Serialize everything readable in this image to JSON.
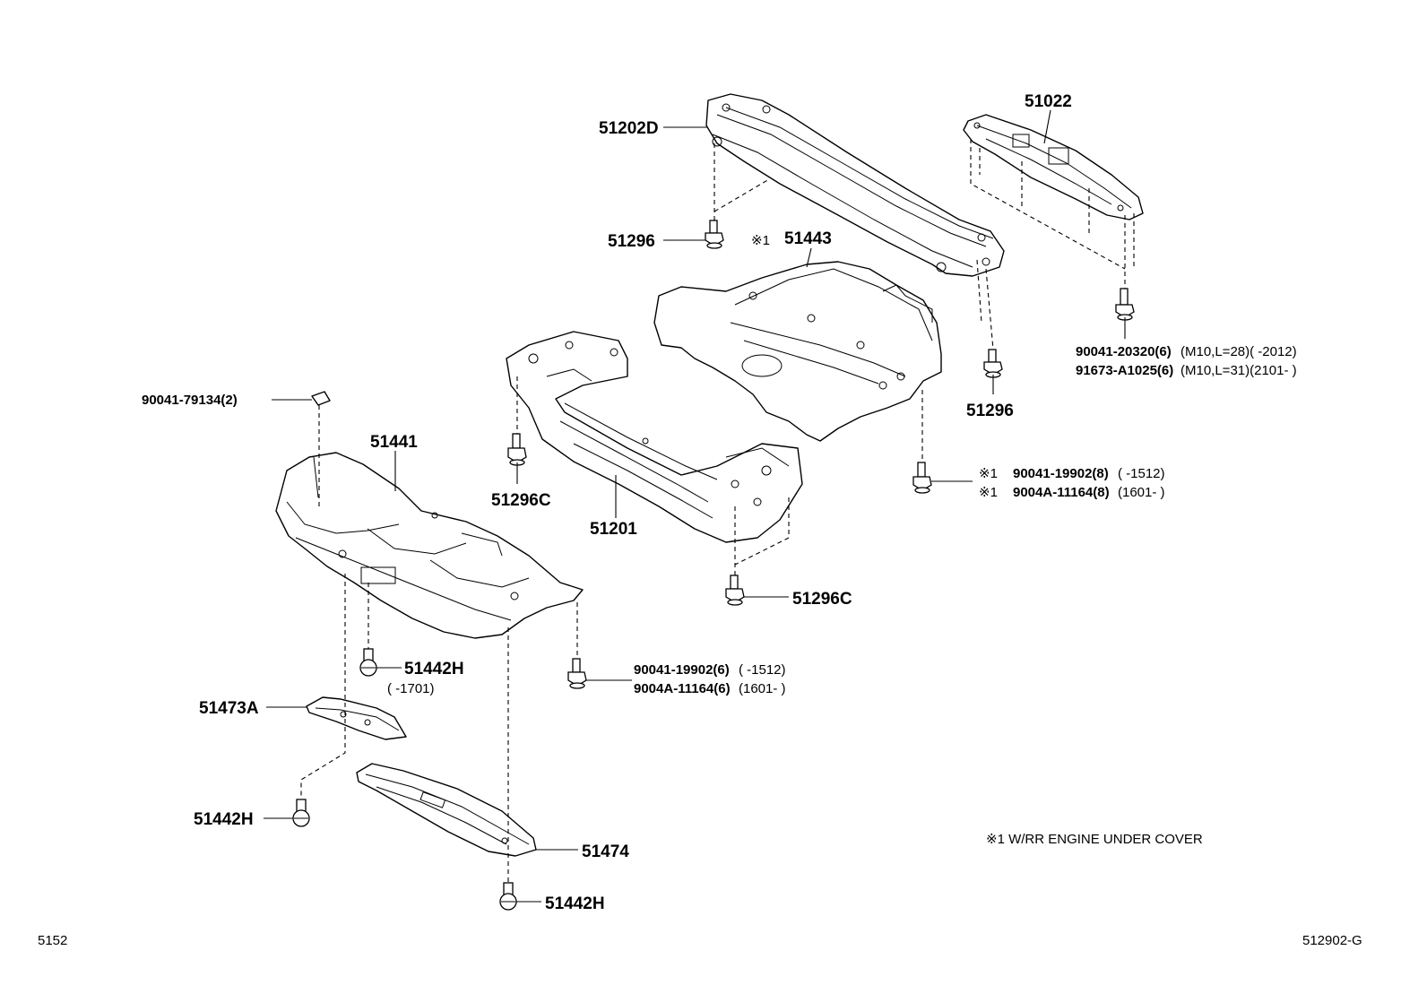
{
  "labels": {
    "p51202D": "51202D",
    "p51022": "51022",
    "p51296_top": "51296",
    "p51443": "51443",
    "p51443_mark": "※1",
    "p51296_right": "51296",
    "p90041_20320": "90041-20320(6)",
    "p90041_20320_note": "(M10,L=28)(      -2012)",
    "p91673_a1025": "91673-A1025(6)",
    "p91673_a1025_note": "(M10,L=31)(2101-      )",
    "p90041_79134": "90041-79134(2)",
    "p51441": "51441",
    "p51296C_left": "51296C",
    "p51201": "51201",
    "p51296C_bottom": "51296C",
    "p90041_19902_8_mark": "※1",
    "p90041_19902_8": "90041-19902(8)",
    "p90041_19902_8_note": "(      -1512)",
    "p9004a_11164_8_mark": "※1",
    "p9004a_11164_8": "9004A-11164(8)",
    "p9004a_11164_8_note": "(1601-      )",
    "p51442H_a": "51442H",
    "p51442H_a_note": "(      -1701)",
    "p90041_19902_6": "90041-19902(6)",
    "p90041_19902_6_note": "(      -1512)",
    "p9004a_11164_6": "9004A-11164(6)",
    "p9004a_11164_6_note": "(1601-      )",
    "p51473A": "51473A",
    "p51442H_b": "51442H",
    "p51474": "51474",
    "p51442H_c": "51442H"
  },
  "footnote": "※1 W/RR ENGINE UNDER COVER",
  "footer": {
    "left_code": "5152",
    "right_code": "512902-G"
  }
}
